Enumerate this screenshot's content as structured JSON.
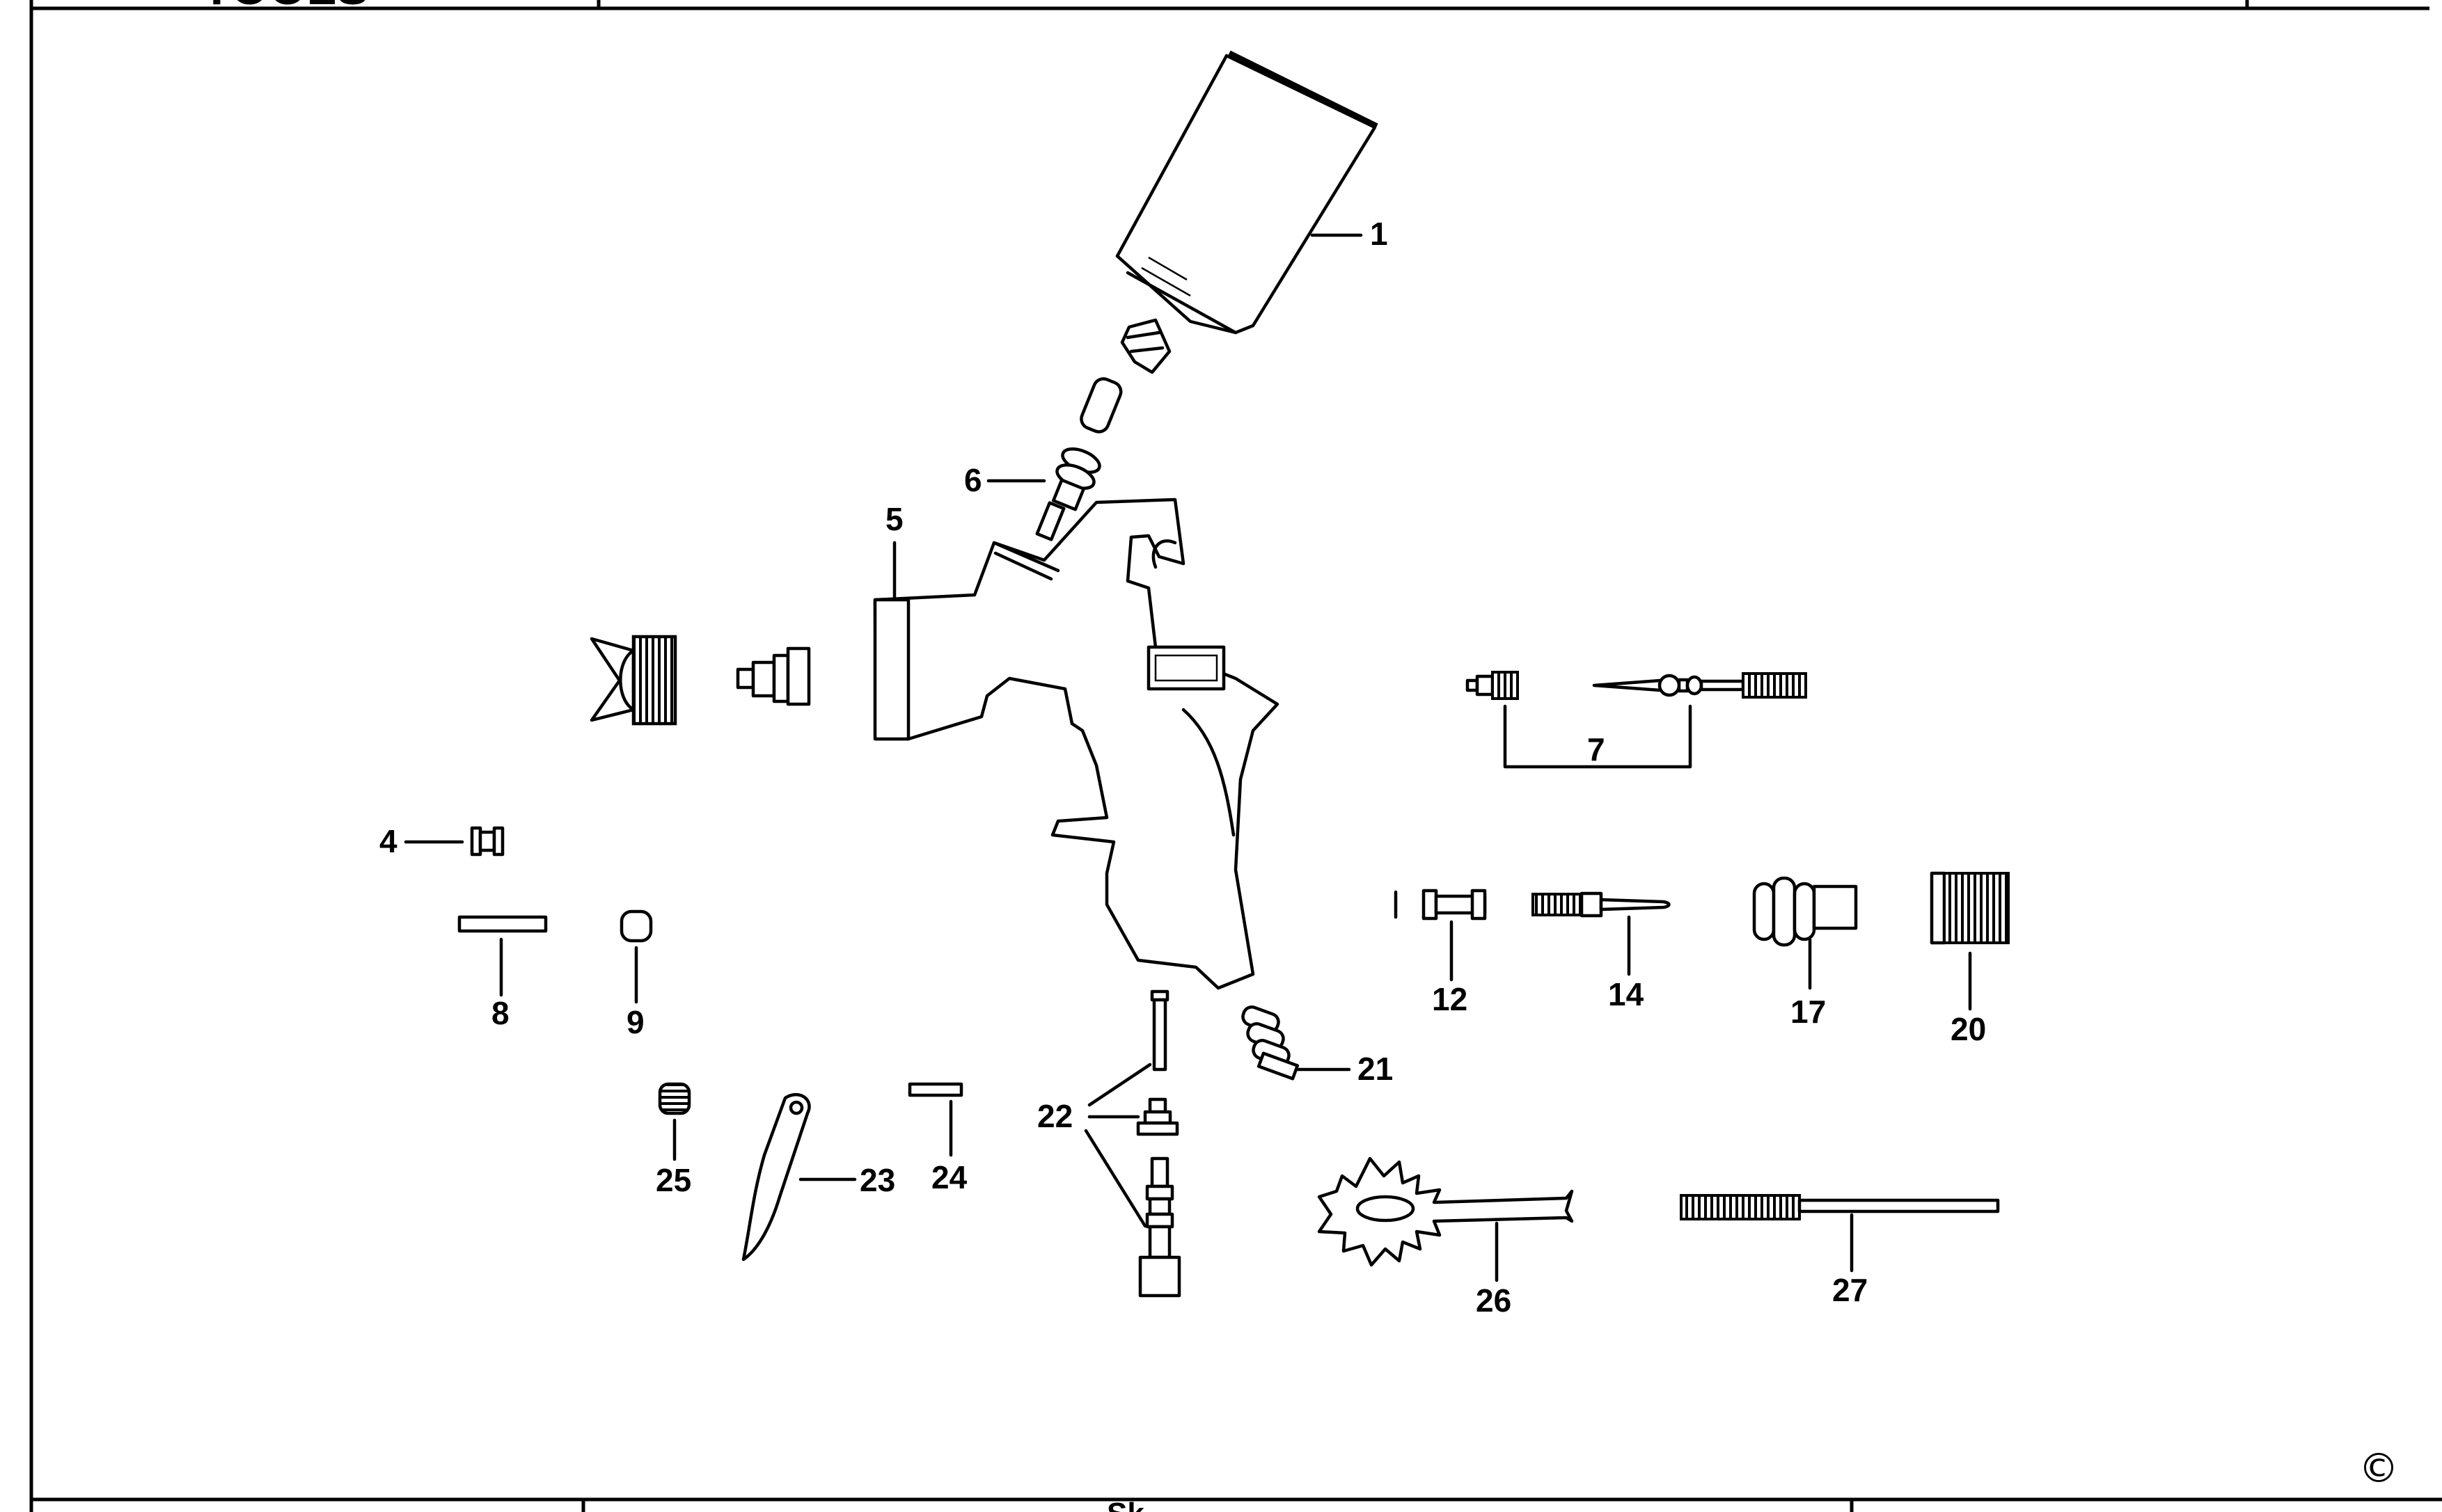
{
  "header": {
    "brand_fragment": "TOOLS"
  },
  "footer": {
    "title_fragment": "Sk"
  },
  "copyright_symbol": "©",
  "callouts": {
    "c1": "1",
    "c4": "4",
    "c5": "5",
    "c6": "6",
    "c7": "7",
    "c8": "8",
    "c9": "9",
    "c12": "12",
    "c14": "14",
    "c17": "17",
    "c20": "20",
    "c21": "21",
    "c22": "22",
    "c23": "23",
    "c24": "24",
    "c25": "25",
    "c26": "26",
    "c27": "27"
  }
}
